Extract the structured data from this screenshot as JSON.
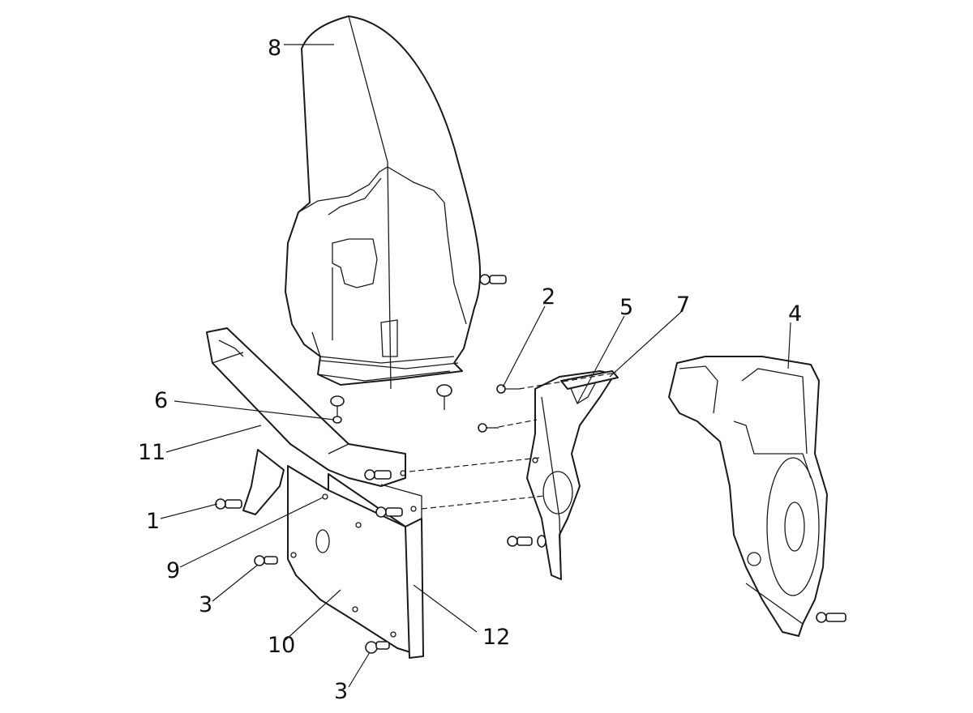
{
  "callouts": [
    {
      "id": "c8",
      "label": "8"
    },
    {
      "id": "c2",
      "label": "2"
    },
    {
      "id": "c5",
      "label": "5"
    },
    {
      "id": "c7",
      "label": "7"
    },
    {
      "id": "c4",
      "label": "4"
    },
    {
      "id": "c6",
      "label": "6"
    },
    {
      "id": "c11",
      "label": "11"
    },
    {
      "id": "c1",
      "label": "1"
    },
    {
      "id": "c9",
      "label": "9"
    },
    {
      "id": "c3a",
      "label": "3"
    },
    {
      "id": "c10",
      "label": "10"
    },
    {
      "id": "c12",
      "label": "12"
    },
    {
      "id": "c3b",
      "label": "3"
    }
  ],
  "colors": {
    "ink": "#1a1a1a",
    "background": "#ffffff"
  }
}
